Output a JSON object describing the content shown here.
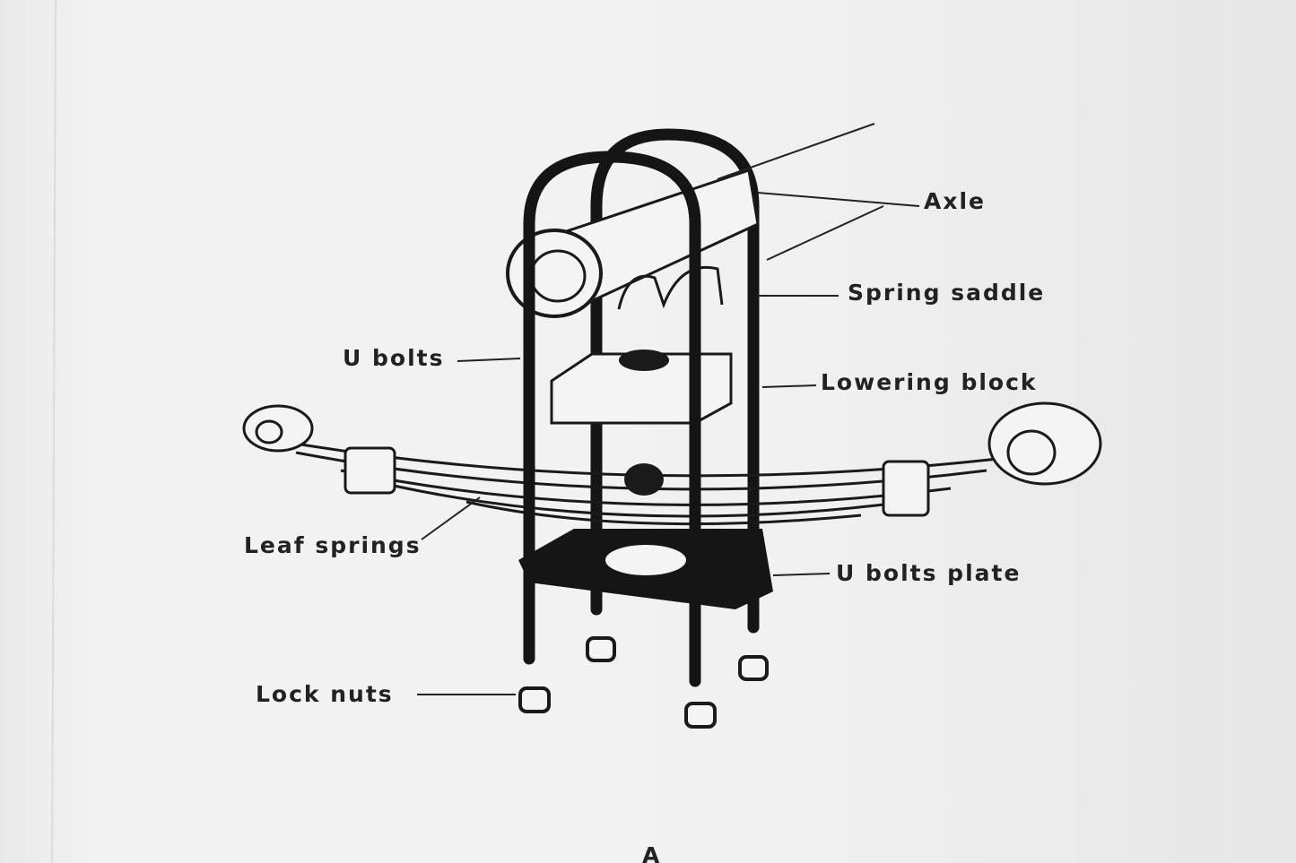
{
  "labels": {
    "axle": "Axle",
    "spring_saddle": "Spring saddle",
    "u_bolts": "U bolts",
    "lowering_block": "Lowering block",
    "leaf_springs": "Leaf springs",
    "u_bolts_plate": "U bolts plate",
    "lock_nuts": "Lock nuts",
    "figure_letter": "A"
  }
}
